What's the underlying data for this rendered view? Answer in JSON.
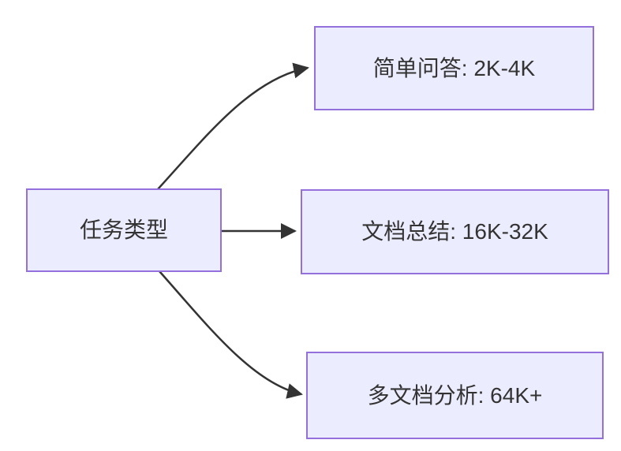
{
  "diagram": {
    "type": "flowchart",
    "root": {
      "label": "任务类型"
    },
    "children": [
      {
        "label": "简单问答: 2K-4K"
      },
      {
        "label": "文档总结: 16K-32K"
      },
      {
        "label": "多文档分析: 64K+"
      }
    ],
    "edges": [
      {
        "from": "任务类型",
        "to": "简单问答: 2K-4K"
      },
      {
        "from": "任务类型",
        "to": "文档总结: 16K-32K"
      },
      {
        "from": "任务类型",
        "to": "多文档分析: 64K+"
      }
    ],
    "colors": {
      "node-fill": "#ECECFF",
      "node-border": "#9370DB",
      "edge-stroke": "#333333",
      "text": "#333333",
      "background": "#FFFFFF"
    }
  }
}
